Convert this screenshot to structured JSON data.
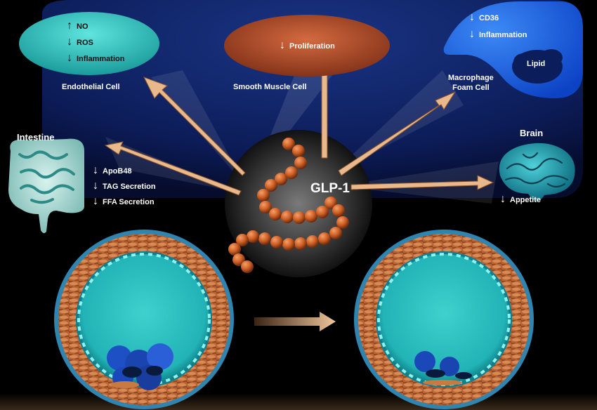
{
  "glp1": {
    "label": "GLP-1"
  },
  "endothelial": {
    "title": "Endothelial Cell",
    "items": [
      {
        "dir": "up",
        "text": "NO"
      },
      {
        "dir": "down",
        "text": "ROS"
      },
      {
        "dir": "down",
        "text": "Inflammation"
      }
    ]
  },
  "smooth_muscle": {
    "title": "Smooth Muscle Cell",
    "items": [
      {
        "dir": "down",
        "text": "Proliferation"
      }
    ]
  },
  "macrophage": {
    "title_line1": "Macrophage",
    "title_line2": "Foam Cell",
    "items": [
      {
        "dir": "down",
        "text": "CD36"
      },
      {
        "dir": "down",
        "text": "Inflammation"
      }
    ],
    "lipid": "Lipid"
  },
  "intestine": {
    "title": "Intestine",
    "items": [
      {
        "dir": "down",
        "text": "ApoB48"
      },
      {
        "dir": "down",
        "text": "TAG Secretion"
      },
      {
        "dir": "down",
        "text": "FFA Secretion"
      }
    ]
  },
  "brain": {
    "title": "Brain",
    "items": [
      {
        "dir": "down",
        "text": "Appetite"
      }
    ]
  },
  "colors": {
    "teal": "#29c6c3",
    "panel_blue": "#0d1e5c",
    "smooth_muscle": "#b9522c",
    "arrow": "#e8b98a",
    "bead": "#d2692d"
  }
}
